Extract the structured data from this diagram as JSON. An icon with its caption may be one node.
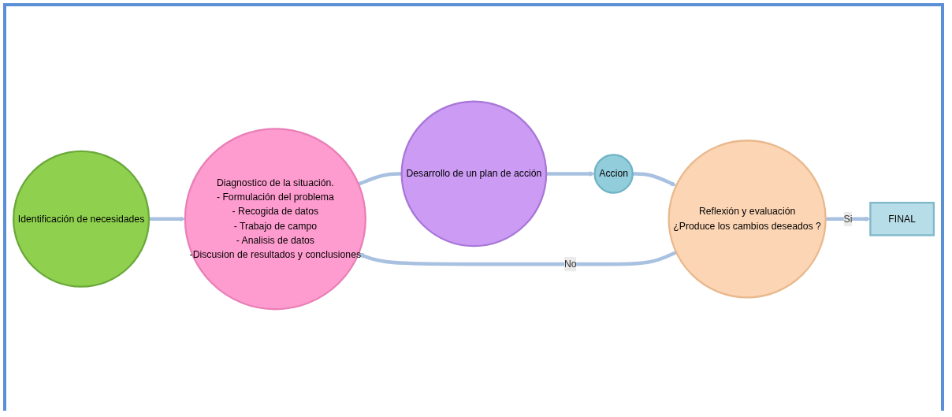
{
  "diagram": {
    "nodes": [
      {
        "text": [
          "Identificación de necesidades"
        ]
      },
      {
        "text": [
          "Diagnostico de la situación.",
          "- Formulación del problema",
          "- Recogida de datos",
          "- Trabajo de campo",
          "- Analisis de datos",
          "-Discusion de resultados y conclusiones"
        ]
      },
      {
        "text": [
          "Desarrollo de un plan de acción"
        ]
      },
      {
        "text": [
          "Accion"
        ]
      },
      {
        "text": [
          "Reflexión y evaluación",
          "¿Produce los cambios deseados ?"
        ]
      },
      {
        "text": [
          "FINAL"
        ]
      }
    ],
    "edges": [
      {
        "from": 0,
        "to": 1,
        "arrow": "to"
      },
      {
        "from": 1,
        "to": 2,
        "arrow": "none"
      },
      {
        "from": 2,
        "to": 3,
        "arrow": "to"
      },
      {
        "from": 3,
        "to": 4,
        "arrow": "to"
      },
      {
        "from": 4,
        "to": 1,
        "label": "No",
        "arrow": "to"
      },
      {
        "from": 4,
        "to": 5,
        "label": "Si",
        "arrow": "to"
      }
    ]
  }
}
